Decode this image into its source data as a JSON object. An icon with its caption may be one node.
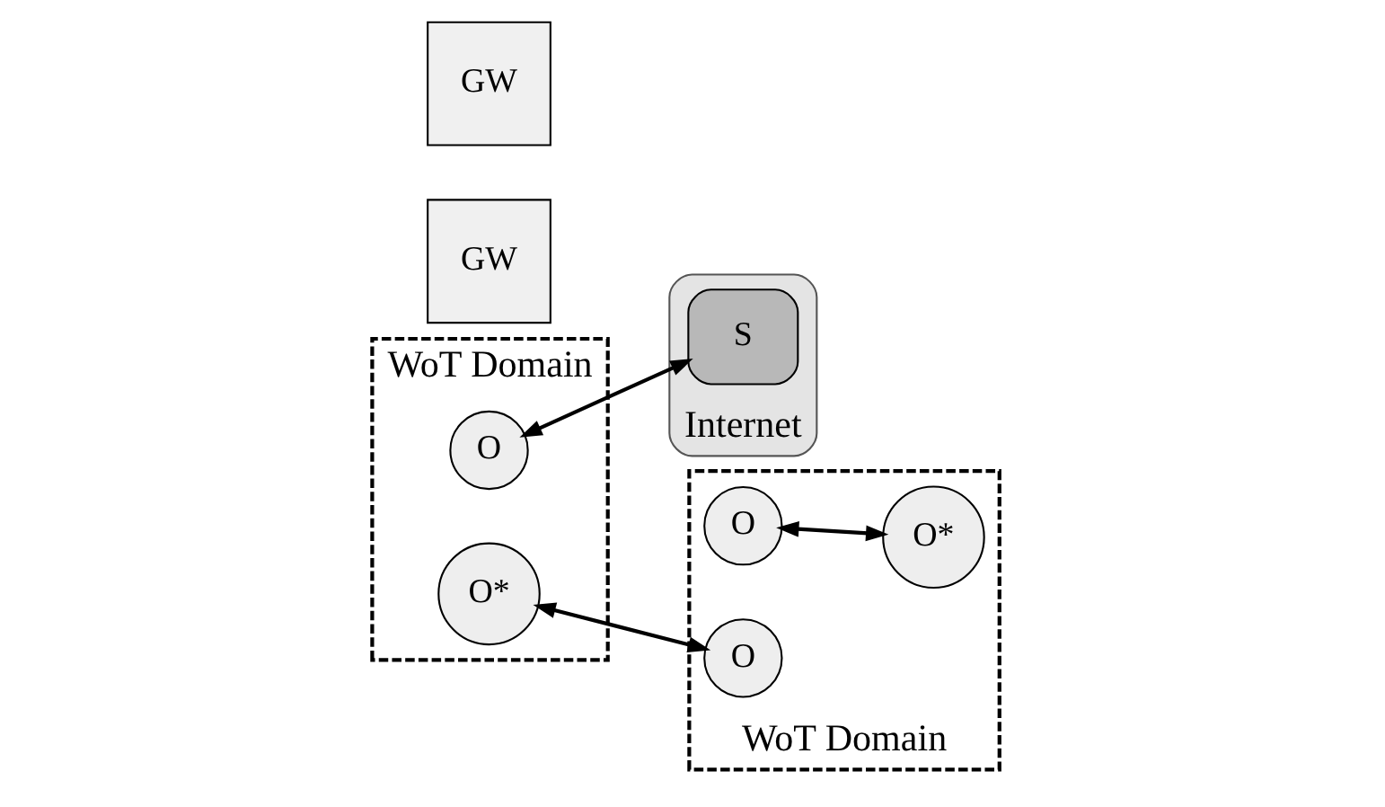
{
  "diagram": {
    "nodes": [
      {
        "text": [
          "WoT Domain"
        ]
      },
      {
        "text": [
          "O"
        ],
        "in": 0
      },
      {
        "text": [
          "O*"
        ],
        "in": 0
      },
      {
        "text": [
          "GW"
        ]
      },
      {
        "text": [
          "WoT Domain"
        ]
      },
      {
        "text": [
          "O"
        ],
        "in": 4
      },
      {
        "text": [
          "O*"
        ],
        "in": 4
      },
      {
        "text": [
          "O"
        ],
        "in": 4
      },
      {
        "text": [
          "GW"
        ]
      },
      {
        "text": [
          "Internet"
        ]
      },
      {
        "text": [
          "S"
        ],
        "in": 9
      }
    ],
    "edges": [
      {
        "from": 1,
        "to": 10,
        "arrow": "both"
      },
      {
        "from": 2,
        "to": 7,
        "arrow": "both"
      },
      {
        "from": 5,
        "to": 6,
        "arrow": "both"
      }
    ]
  }
}
